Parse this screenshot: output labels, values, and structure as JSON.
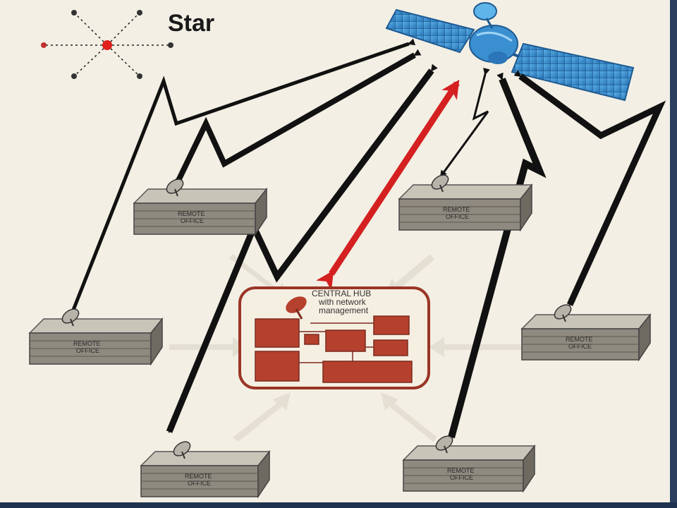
{
  "title": "Star",
  "hub": {
    "label_line1": "CENTRAL HUB",
    "label_line2": "with network",
    "label_line3": "management"
  },
  "remote_office": {
    "line1": "REMOTE",
    "line2": "OFFICE"
  },
  "colors": {
    "background": "#f3efe4",
    "link": "#111111",
    "hub_link": "#d42020",
    "hub": "#b5402e",
    "satellite": "#3a8fd0"
  }
}
